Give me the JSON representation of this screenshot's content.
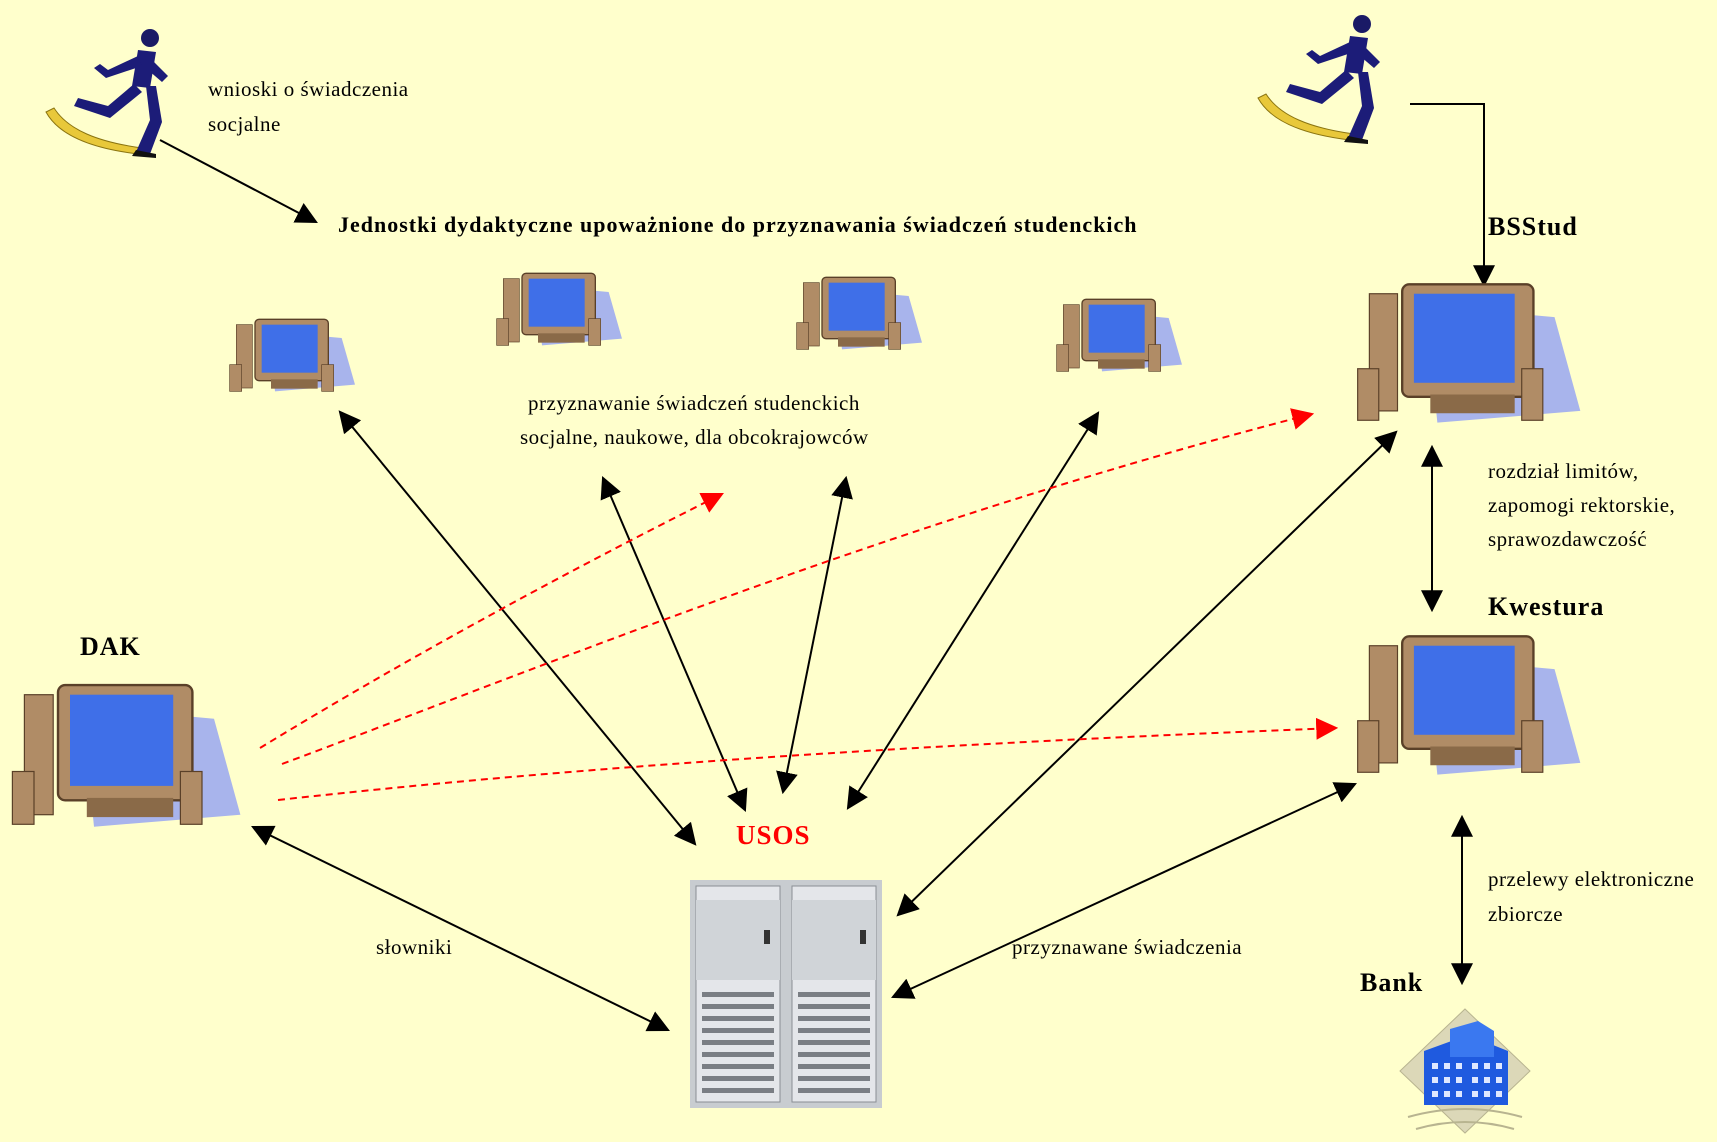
{
  "title": "Jednostki dydaktyczne upoważnione do przyznawania świadczeń studenckich",
  "nodes": {
    "bsstud": "BSStud",
    "kwestura": "Kwestura",
    "dak": "DAK",
    "usos": "USOS",
    "bank": "Bank"
  },
  "labels": {
    "wnioski_line1": "wnioski o świadczenia",
    "wnioski_line2": "socjalne",
    "przyznawanie_line1": "przyznawanie świadczeń studenckich",
    "przyznawanie_line2": "socjalne, naukowe, dla obcokrajowców",
    "limity_line1": "rozdział limitów,",
    "limity_line2": "zapomogi rektorskie,",
    "limity_line3": "sprawozdawczość",
    "przelewy_line1": "przelewy elektroniczne",
    "przelewy_line2": "zbiorcze",
    "slowniki": "słowniki",
    "przyznawane": "przyznawane świadczenia"
  },
  "colors": {
    "background": "#ffffcc",
    "usos_label": "#ff0000",
    "dashed_arrows": "#ff0000",
    "solid_arrows": "#000000",
    "screen": "#3f6fe8",
    "monitor_body": "#b08c66",
    "shadow": "#a8b4ec"
  },
  "icons": {
    "runner": "running-businessman-icon",
    "computer": "desktop-computer-icon",
    "server": "server-cabinet-icon",
    "bank": "bank-building-icon"
  }
}
